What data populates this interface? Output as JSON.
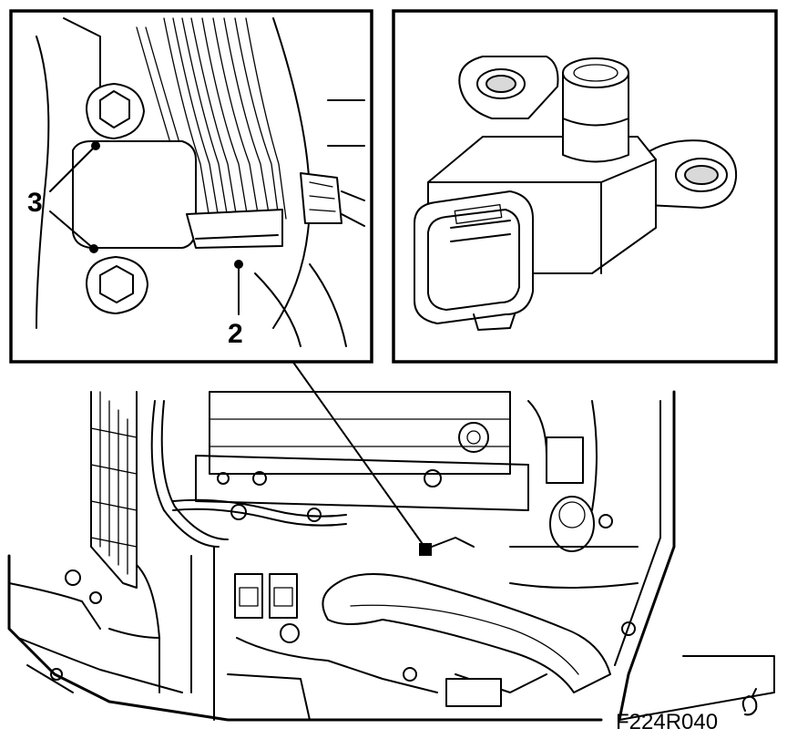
{
  "callouts": {
    "label_3": "3",
    "label_2": "2"
  },
  "figure_code": "F224R040",
  "colors": {
    "ink": "#000000",
    "paper": "#ffffff"
  }
}
